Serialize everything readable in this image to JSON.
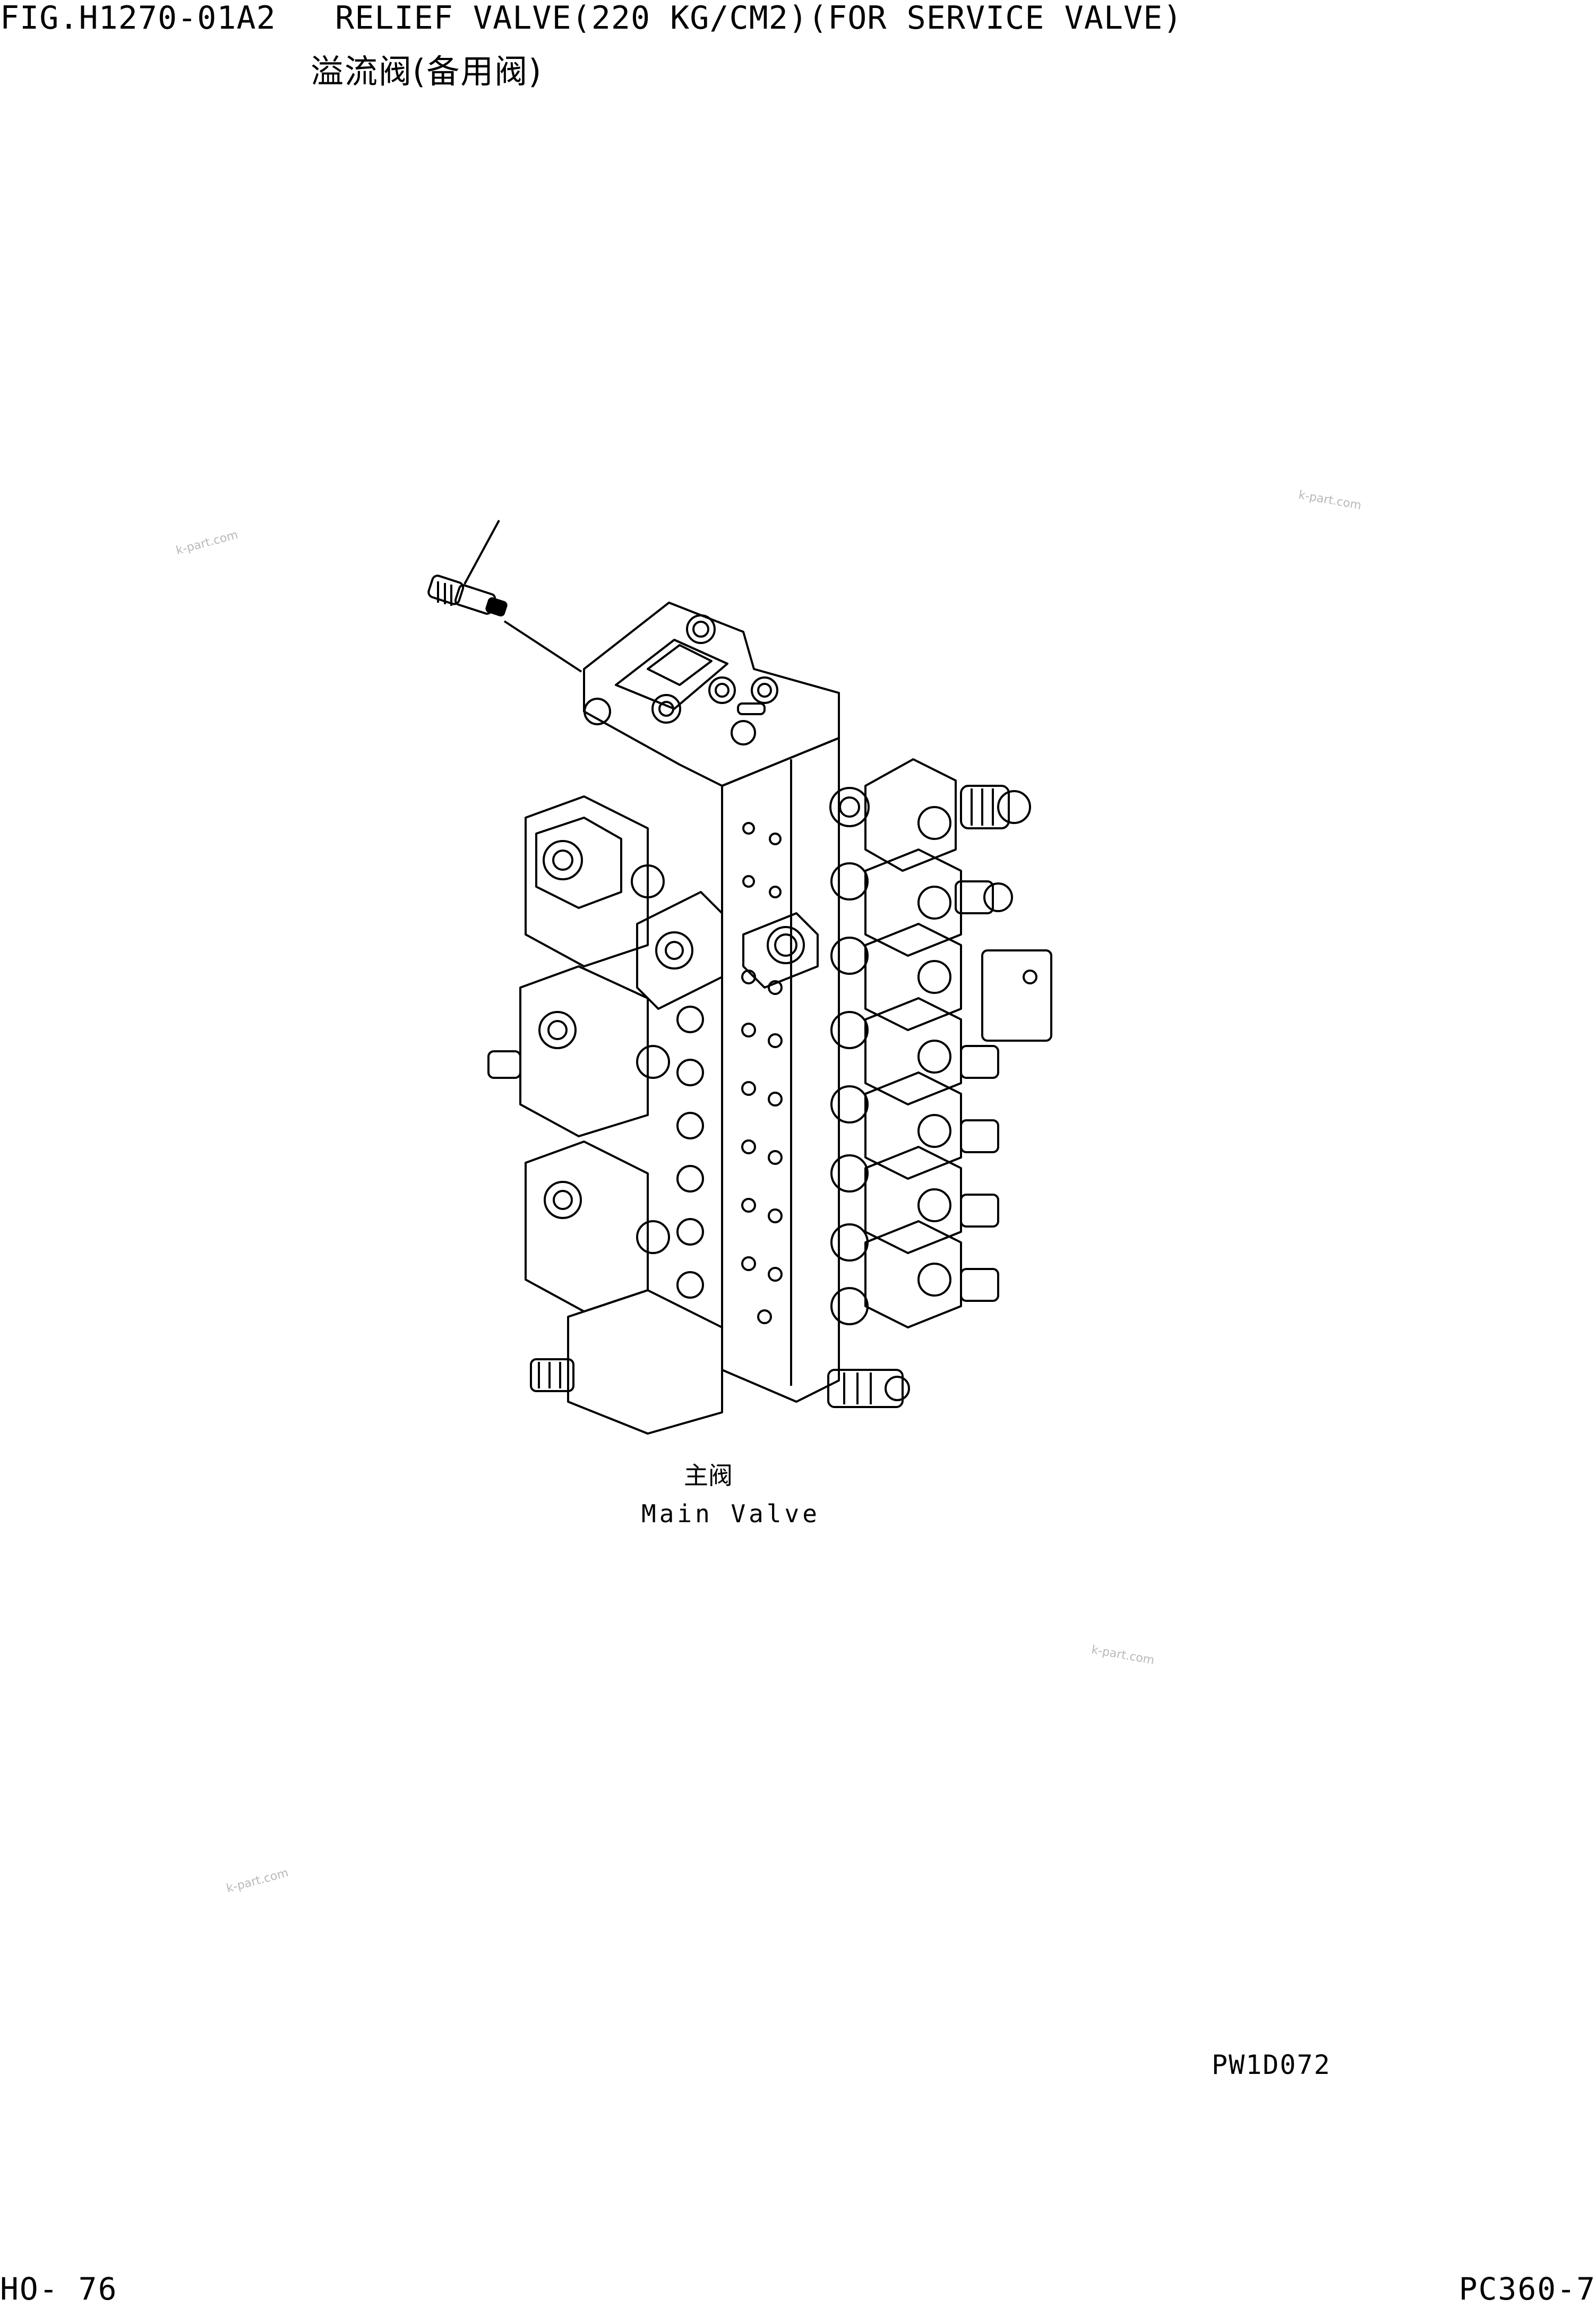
{
  "header": {
    "figure_title": "FIG.H1270-01A2   RELIEF VALVE(220 KG/CM2)(FOR SERVICE VALVE)",
    "figure_title_cn": "溢流阀(备用阀)"
  },
  "drawing": {
    "icon": "hydraulic-main-valve-drawing",
    "label_cn": "主阀",
    "label_en": "Main Valve",
    "code": "PW1D072"
  },
  "footer": {
    "page_number": "HO- 76",
    "model": "PC360-7"
  },
  "watermarks": [
    "k-part.com",
    "k-part.com",
    "k-part.com",
    "k-part.com"
  ],
  "colors": {
    "line": "#000000",
    "background": "#ffffff",
    "watermark": "#b8b8b8"
  }
}
